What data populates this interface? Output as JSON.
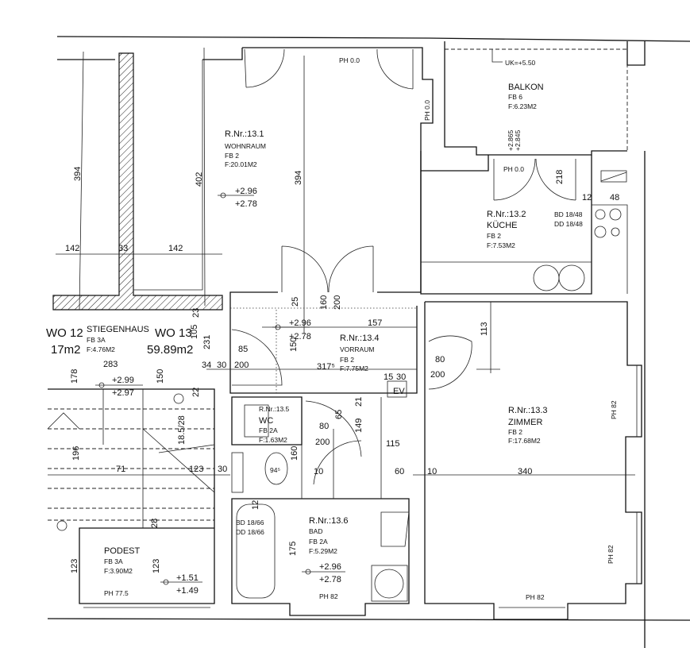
{
  "rooms": {
    "wohnraum": {
      "nr": "R.Nr.:13.1",
      "name": "WOHNRAUM",
      "fb": "FB 2",
      "area": "F:20.01M2",
      "level_top": "+2.96",
      "level_bottom": "+2.78"
    },
    "balkon": {
      "name": "BALKON",
      "fb": "FB 6",
      "area": "F:6.23M2",
      "uk": "UK=+5.50",
      "lvl1": "+2.865",
      "lvl2": "+2.845"
    },
    "kueche": {
      "nr": "R.Nr.:13.2",
      "name": "KÜCHE",
      "fb": "FB 2",
      "area": "F:7.53M2",
      "bd": "BD 18/48",
      "dd": "DD 18/48"
    },
    "zimmer": {
      "nr": "R.Nr.:13.3",
      "name": "ZIMMER",
      "fb": "FB 2",
      "area": "F:17.68M2"
    },
    "vorraum": {
      "nr": "R.Nr.:13.4",
      "name": "VORRAUM",
      "fb": "FB 2",
      "area": "F:7.75M2",
      "level_top": "+2.96",
      "level_bottom": "+2.78"
    },
    "wc": {
      "nr": "R.Nr.:13.5",
      "name": "WC",
      "fb": "FB 2A",
      "area": "F:1.63M2"
    },
    "bad": {
      "nr": "R.Nr.:13.6",
      "name": "BAD",
      "fb": "FB 2A",
      "area": "F:5.29M2",
      "level_top": "+2.96",
      "level_bottom": "+2.78",
      "ph": "PH 82",
      "bd": "BD 18/66",
      "dd": "DD 18/66"
    },
    "stiegenhaus": {
      "name": "STIEGENHAUS",
      "fb": "FB 3A",
      "area": "F:4.76M2",
      "level_top": "+2.99",
      "level_bottom": "+2.97"
    },
    "podest": {
      "name": "PODEST",
      "fb": "FB 3A",
      "area": "F:3.90M2",
      "ph": "PH 77.5",
      "level_top": "+1.51",
      "level_bottom": "+1.49"
    },
    "wo13": {
      "name": "WO 13",
      "area": "59.89m2"
    },
    "wo12": {
      "name": "WO 12",
      "area": "17m2"
    }
  },
  "ph_labels": {
    "wohnraum_top": "PH 0.0",
    "balkon_side": "PH 0.0",
    "kueche_door": "PH 0.0",
    "zimmer_right1": "PH 82",
    "zimmer_right2": "PH 82",
    "zimmer_bottom": "PH 82"
  },
  "dimensions": {
    "d394a": "394",
    "d402": "402",
    "d394b": "394",
    "d142a": "142",
    "d33": "33",
    "d142b": "142",
    "d25": "25",
    "d160": "160",
    "d200a": "200",
    "d157": "157",
    "d113": "113",
    "d80a": "80",
    "d200b": "200",
    "d12": "12",
    "d48": "48",
    "d218": "218",
    "d283": "283",
    "d178": "178",
    "d150a": "150",
    "d105": "105",
    "d231": "231",
    "d23": "23",
    "d85": "85",
    "d200c": "200",
    "d34": "34",
    "d30a": "30",
    "d150b": "150",
    "d3175": "317⁵",
    "d15": "15",
    "d30b": "30",
    "ev": "EV",
    "d80b": "80",
    "d200d": "200",
    "d115": "115",
    "d149": "149",
    "d65": "65",
    "d21": "21",
    "d71": "71",
    "d123a": "123",
    "d30c": "30",
    "d60": "60",
    "d10": "10",
    "d340": "340",
    "d160b": "160",
    "d123b": "123",
    "d123c": "123",
    "d175": "175",
    "d196": "196",
    "d28": "28",
    "stair": "18.5/28",
    "d945": "94⁵",
    "d12b": "12",
    "d10b": "10",
    "d22": "22"
  }
}
